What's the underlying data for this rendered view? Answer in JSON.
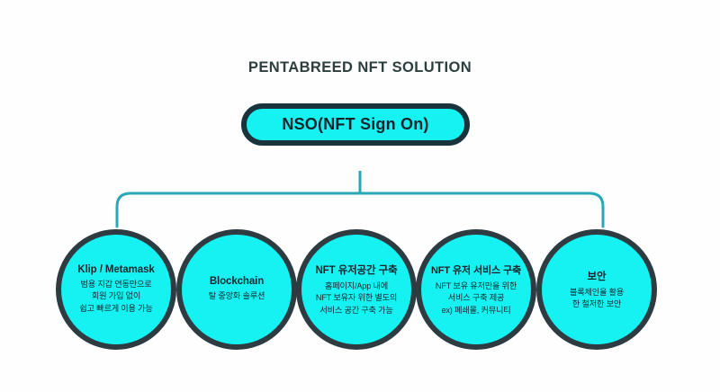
{
  "diagram": {
    "title": "PENTABREED NFT SOLUTION",
    "root": {
      "label": "NSO(NFT Sign On)"
    },
    "colors": {
      "node_fill": "#16f2f2",
      "node_stroke": "#2e3c42",
      "root_stroke": "#18333c",
      "connector": "#2aa8b8",
      "title_text": "#2c3e3e",
      "background": "#fefefe"
    },
    "nodes": [
      {
        "title": "Klip / Metamask",
        "lines": [
          "범용 지갑 연동만으로",
          "회원 가입 없이",
          "쉽고 빠르게 이용 가능"
        ]
      },
      {
        "title": "Blockchain",
        "lines": [
          "탈 중앙화 솔루션"
        ]
      },
      {
        "title": "NFT 유저공간 구축",
        "lines": [
          "홈페이지/App 내에",
          "NFT 보유자 위한 별도의",
          "서비스 공간 구축 가능"
        ]
      },
      {
        "title": "NFT 유저 서비스 구축",
        "lines": [
          "NFT 보유 유저만을 위한",
          "서비스 구축 제공",
          "ex) 폐쇄몰, 커뮤니티"
        ]
      },
      {
        "title": "보안",
        "lines": [
          "블록체인을 활용",
          "한 철저한 보안"
        ]
      }
    ]
  }
}
